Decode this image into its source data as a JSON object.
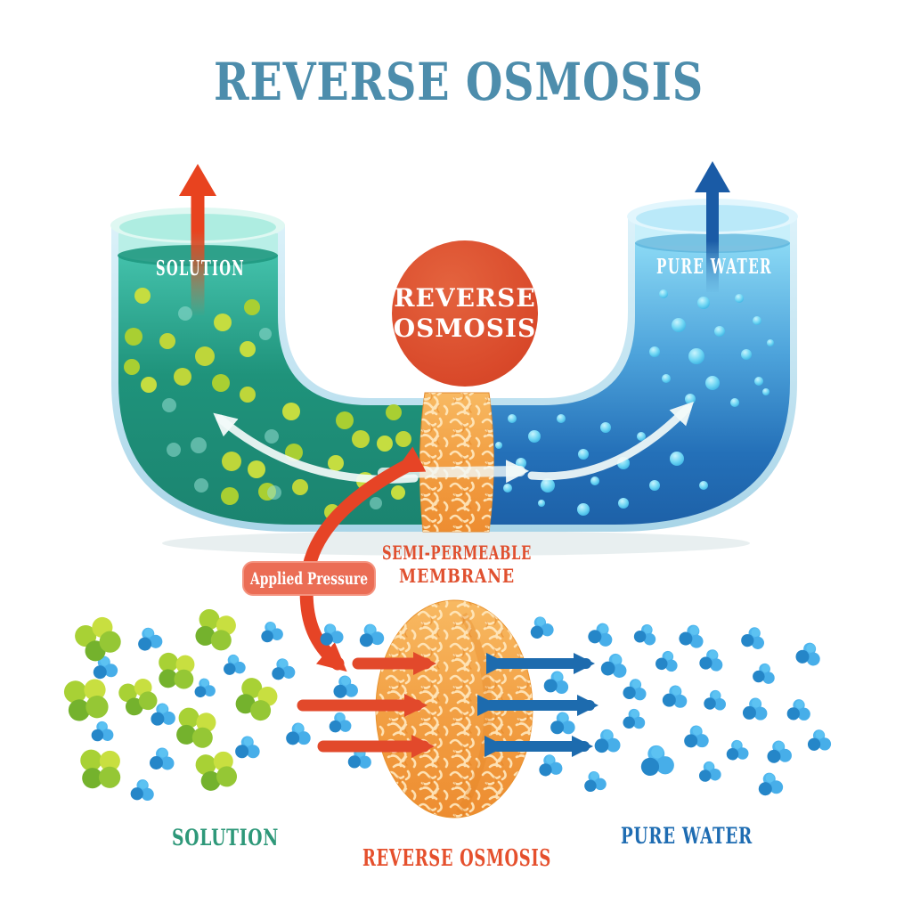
{
  "title": "REVERSE OSMOSIS",
  "utube": {
    "solution_label": "SOLUTION",
    "pure_water_label": "PURE WATER",
    "center_badge_line1": "REVERSE",
    "center_badge_line2": "OSMOSIS",
    "membrane_label_line1": "SEMI-PERMEABLE",
    "membrane_label_line2": "MEMBRANE",
    "applied_pressure_label": "Applied Pressure"
  },
  "molecular": {
    "solution_label": "SOLUTION",
    "process_label": "REVERSE OSMOSIS",
    "pure_water_label": "PURE WATER"
  },
  "palette": {
    "title_blue": "#4D8DAC",
    "solution_teal_text": "#2E9879",
    "pure_water_blue_text": "#1E6CB2",
    "reverse_osmosis_red": "#DC4E2D",
    "membrane_orange": "#F2A044",
    "applied_pressure_badge": "#EB6D55",
    "solution_liquid_teal": "#1F937B",
    "pure_water_liquid_blue": "#2470B8",
    "solute_particle_green": "#C3DC3E",
    "water_droplet_cyan": "#55CFF2",
    "red_arrow": "#E8472B",
    "blue_arrow": "#1D6BAE"
  },
  "scene": {
    "solute_molecules": [
      [
        110,
        717,
        1.05
      ],
      [
        242,
        707,
        1
      ],
      [
        198,
        753,
        0.95
      ],
      [
        97,
        785,
        1.1
      ],
      [
        155,
        782,
        0.9
      ],
      [
        288,
        785,
        1
      ],
      [
        220,
        817,
        1
      ],
      [
        113,
        863,
        1.05
      ],
      [
        243,
        865,
        1
      ]
    ],
    "water_molecules_left": [
      [
        168,
        718,
        1
      ],
      [
        305,
        710,
        0.9
      ],
      [
        372,
        713,
        0.95
      ],
      [
        417,
        714,
        1
      ],
      [
        118,
        750,
        1
      ],
      [
        263,
        747,
        0.9
      ],
      [
        318,
        752,
        0.95
      ],
      [
        230,
        773,
        0.85
      ],
      [
        388,
        772,
        1
      ],
      [
        183,
        803,
        1
      ],
      [
        382,
        812,
        0.9
      ],
      [
        115,
        822,
        0.9
      ],
      [
        335,
        825,
        1
      ],
      [
        278,
        840,
        1
      ],
      [
        404,
        852,
        0.95
      ],
      [
        182,
        853,
        1
      ],
      [
        160,
        888,
        0.95
      ]
    ],
    "water_molecules_right": [
      [
        608,
        705,
        0.95
      ],
      [
        675,
        713,
        1
      ],
      [
        725,
        713,
        0.9
      ],
      [
        777,
        715,
        1
      ],
      [
        846,
        717,
        0.95
      ],
      [
        908,
        735,
        1
      ],
      [
        690,
        748,
        1.05
      ],
      [
        749,
        743,
        0.9
      ],
      [
        799,
        742,
        0.95
      ],
      [
        858,
        757,
        0.9
      ],
      [
        625,
        767,
        1
      ],
      [
        713,
        775,
        0.95
      ],
      [
        758,
        783,
        1
      ],
      [
        803,
        787,
        0.9
      ],
      [
        848,
        797,
        1
      ],
      [
        897,
        798,
        0.95
      ],
      [
        712,
        808,
        0.9
      ],
      [
        632,
        813,
        1
      ],
      [
        782,
        828,
        1
      ],
      [
        920,
        832,
        0.95
      ],
      [
        682,
        833,
        1.05
      ],
      [
        828,
        843,
        0.9
      ],
      [
        875,
        845,
        1
      ],
      [
        738,
        855,
        1.35
      ],
      [
        797,
        867,
        0.9
      ],
      [
        618,
        860,
        0.95
      ],
      [
        865,
        881,
        1
      ],
      [
        668,
        878,
        0.9
      ]
    ],
    "solute_particles": [
      [
        160,
        332,
        9
      ],
      [
        150,
        378,
        10
      ],
      [
        188,
        383,
        9
      ],
      [
        250,
        362,
        10
      ],
      [
        283,
        345,
        9
      ],
      [
        230,
        400,
        11
      ],
      [
        278,
        392,
        9
      ],
      [
        148,
        412,
        9
      ],
      [
        205,
        423,
        10
      ],
      [
        167,
        432,
        9
      ],
      [
        248,
        430,
        10
      ],
      [
        278,
        443,
        9
      ],
      [
        327,
        462,
        10
      ],
      [
        387,
        472,
        10
      ],
      [
        405,
        493,
        10
      ],
      [
        432,
        498,
        9
      ],
      [
        330,
        508,
        10
      ],
      [
        260,
        518,
        11
      ],
      [
        288,
        527,
        10
      ],
      [
        442,
        463,
        9
      ],
      [
        453,
        493,
        9
      ],
      [
        410,
        540,
        10
      ],
      [
        300,
        552,
        10
      ],
      [
        337,
        547,
        9
      ],
      [
        377,
        520,
        9
      ],
      [
        258,
        557,
        10
      ],
      [
        373,
        575,
        9
      ],
      [
        447,
        553,
        8
      ]
    ],
    "teal_particles": [
      [
        208,
        352,
        8
      ],
      [
        298,
        375,
        7
      ],
      [
        190,
        455,
        8
      ],
      [
        223,
        500,
        9
      ],
      [
        305,
        490,
        8
      ],
      [
        308,
        553,
        8
      ],
      [
        422,
        565,
        7
      ],
      [
        195,
        505,
        8
      ],
      [
        226,
        545,
        8
      ]
    ],
    "water_droplets": [
      [
        745,
        330,
        5
      ],
      [
        790,
        340,
        7
      ],
      [
        830,
        335,
        5
      ],
      [
        762,
        365,
        8
      ],
      [
        808,
        372,
        6
      ],
      [
        850,
        360,
        5
      ],
      [
        735,
        395,
        6
      ],
      [
        782,
        400,
        9
      ],
      [
        838,
        398,
        6
      ],
      [
        865,
        385,
        4
      ],
      [
        748,
        425,
        5
      ],
      [
        800,
        430,
        8
      ],
      [
        852,
        428,
        5
      ],
      [
        775,
        448,
        6
      ],
      [
        825,
        452,
        5
      ],
      [
        860,
        440,
        4
      ],
      [
        575,
        470,
        5
      ],
      [
        600,
        490,
        7
      ],
      [
        630,
        470,
        5
      ],
      [
        585,
        520,
        6
      ],
      [
        615,
        545,
        8
      ],
      [
        655,
        510,
        6
      ],
      [
        680,
        480,
        6
      ],
      [
        668,
        540,
        5
      ],
      [
        700,
        520,
        7
      ],
      [
        720,
        490,
        5
      ],
      [
        735,
        545,
        6
      ],
      [
        760,
        515,
        8
      ],
      [
        790,
        545,
        5
      ],
      [
        700,
        565,
        6
      ],
      [
        655,
        572,
        7
      ],
      [
        608,
        565,
        4
      ],
      [
        560,
        500,
        4
      ],
      [
        570,
        548,
        5
      ]
    ]
  }
}
